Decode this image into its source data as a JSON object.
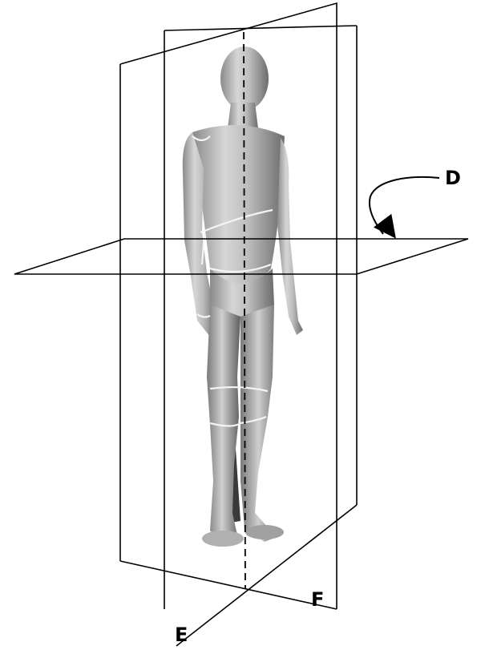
{
  "labels": {
    "d": "D",
    "e": "E",
    "f": "F"
  },
  "figure": {
    "subject": "human-body-figure",
    "planes": [
      "frontal-plane",
      "sagittal-plane",
      "transverse-plane"
    ]
  }
}
